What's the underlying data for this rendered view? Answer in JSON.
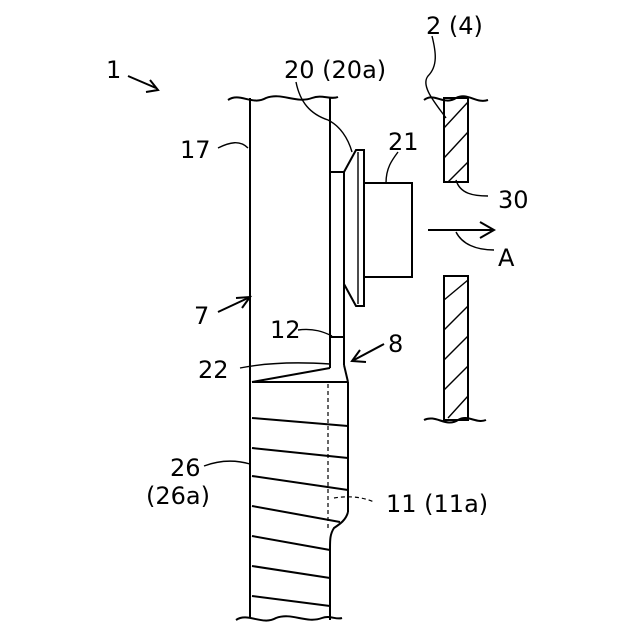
{
  "labels": {
    "ref_1": "1",
    "ref_2_4": "2 (4)",
    "ref_20_20a": "20 (20a)",
    "ref_21": "21",
    "ref_17": "17",
    "ref_30": "30",
    "ref_A": "A",
    "ref_7": "7",
    "ref_12": "12",
    "ref_8": "8",
    "ref_22": "22",
    "ref_26": "26",
    "ref_26a": "(26a)",
    "ref_11_11a": "11 (11a)"
  }
}
